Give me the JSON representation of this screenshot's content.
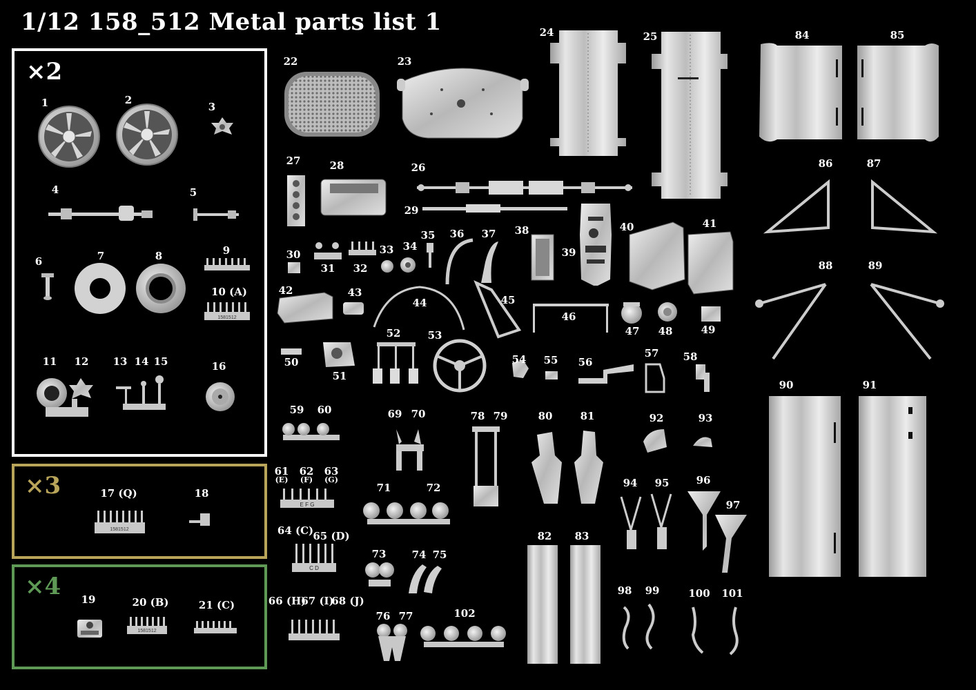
{
  "title": "1/12 158_512 Metal parts list 1",
  "groups": {
    "x2": {
      "label": "×2",
      "color": "#ffffff"
    },
    "x3": {
      "label": "×3",
      "color": "#b9a55a"
    },
    "x4": {
      "label": "×4",
      "color": "#5e9a56"
    }
  },
  "palette": {
    "metal": "#c9c9c9",
    "metal_dark": "#8a8a8a",
    "metal_light": "#e8e8e8",
    "background": "#000000"
  },
  "labels": {
    "p1": "1",
    "p2": "2",
    "p3": "3",
    "p4": "4",
    "p5": "5",
    "p6": "6",
    "p7": "7",
    "p8": "8",
    "p9": "9",
    "p10": "10 (A)",
    "p11": "11",
    "p12": "12",
    "p13": "13",
    "p14": "14",
    "p15": "15",
    "p16": "16",
    "p17": "17 (Q)",
    "p18": "18",
    "p19": "19",
    "p20": "20 (B)",
    "p21": "21 (C)",
    "p22": "22",
    "p23": "23",
    "p24": "24",
    "p25": "25",
    "p26": "26",
    "p27": "27",
    "p28": "28",
    "p29": "29",
    "p30": "30",
    "p31": "31",
    "p32": "32",
    "p33": "33",
    "p34": "34",
    "p35": "35",
    "p36": "36",
    "p37": "37",
    "p38": "38",
    "p39": "39",
    "p40": "40",
    "p41": "41",
    "p42": "42",
    "p43": "43",
    "p44": "44",
    "p45": "45",
    "p46": "46",
    "p47": "47",
    "p48": "48",
    "p49": "49",
    "p50": "50",
    "p51": "51",
    "p52": "52",
    "p53": "53",
    "p54": "54",
    "p55": "55",
    "p56": "56",
    "p57": "57",
    "p58": "58",
    "p59": "59",
    "p60": "60",
    "p61": "61",
    "p61s": "(E)",
    "p62": "62",
    "p62s": "(F)",
    "p63": "63",
    "p63s": "(G)",
    "p64": "64 (C)",
    "p65": "65 (D)",
    "p66": "66 (H)",
    "p67": "67 (I)",
    "p68": "68 (J)",
    "p69": "69",
    "p70": "70",
    "p71": "71",
    "p72": "72",
    "p73": "73",
    "p74": "74",
    "p75": "75",
    "p76": "76",
    "p77": "77",
    "p78": "78",
    "p79": "79",
    "p80": "80",
    "p81": "81",
    "p82": "82",
    "p83": "83",
    "p84": "84",
    "p85": "85",
    "p86": "86",
    "p87": "87",
    "p88": "88",
    "p89": "89",
    "p90": "90",
    "p91": "91",
    "p92": "92",
    "p93": "93",
    "p94": "94",
    "p95": "95",
    "p96": "96",
    "p97": "97",
    "p98": "98",
    "p99": "99",
    "p100": "100",
    "p101": "101",
    "p102": "102"
  },
  "sprue_stamps": {
    "s10": "1581512",
    "s17": "1581512",
    "s20": "1581512",
    "s61": "E  F  G",
    "s64": "C  D"
  }
}
